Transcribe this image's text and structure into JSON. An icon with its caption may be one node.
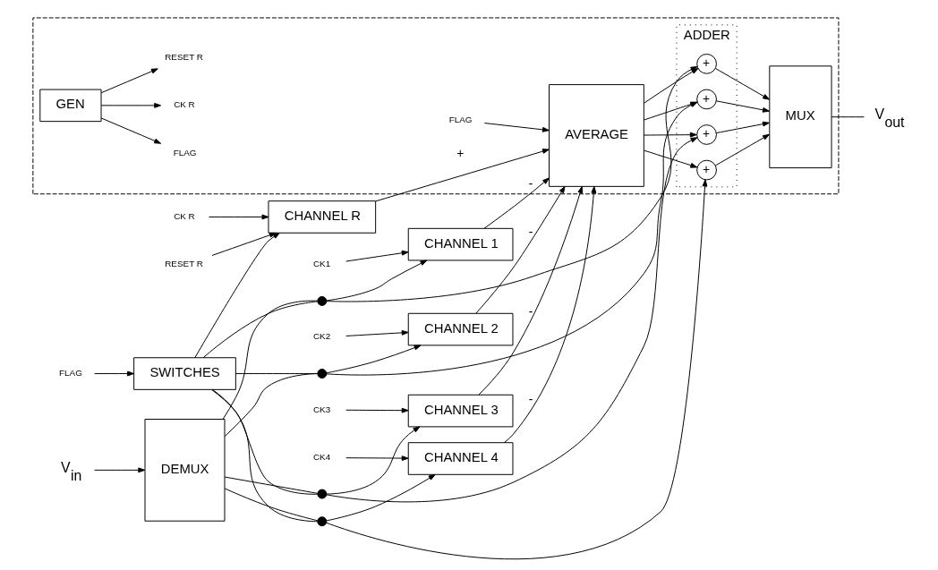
{
  "diagram": {
    "nodes": [
      {
        "text": [
          "FLAG"
        ]
      },
      {
        "text": [
          "CK R"
        ]
      },
      {
        "text": [
          "RESET R"
        ]
      },
      {
        "text": [
          "CHANNEL R"
        ]
      },
      {
        "text": [
          "SWITCHES"
        ]
      },
      {
        "text": [
          "V$_{in}$"
        ]
      },
      {
        "text": [
          "DEMUX"
        ]
      },
      {
        "text": [
          "CK1"
        ]
      },
      {
        "text": [
          "CHANNEL 1"
        ]
      },
      {
        "text": [
          "CK2"
        ]
      },
      {
        "text": [
          "CHANNEL 2"
        ]
      },
      {
        "text": [
          "CK3"
        ]
      },
      {
        "text": [
          "CHANNEL 3"
        ]
      },
      {
        "text": [
          "CK4"
        ]
      },
      {
        "text": [
          "CHANNEL 4"
        ]
      },
      {
        "text": [],
        "shape": "circle"
      },
      {
        "text": [],
        "shape": "circle"
      },
      {
        "text": [],
        "shape": "circle"
      },
      {
        "text": [],
        "shape": "circle"
      },
      {
        "text": [],
        "shape": "box"
      },
      {
        "text": [
          "FLAG"
        ],
        "in": 19
      },
      {
        "text": [
          "CK R"
        ],
        "in": 19
      },
      {
        "text": [
          "RESET R"
        ],
        "in": 19
      },
      {
        "text": [
          "GEN"
        ],
        "in": 19
      },
      {
        "text": [
          "FLAG"
        ],
        "in": 19
      },
      {
        "text": [
          "AVERAGE"
        ],
        "in": 19
      },
      {
        "text": [
          "ADDER"
        ],
        "in": 19
      },
      {
        "text": [
          "+"
        ],
        "in": 26
      },
      {
        "text": [
          "+"
        ],
        "in": 26
      },
      {
        "text": [
          "+"
        ],
        "in": 26
      },
      {
        "text": [
          "+"
        ],
        "in": 26
      },
      {
        "text": [
          "MUX"
        ],
        "in": 19
      },
      {
        "text": [
          "V$_{out}$"
        ]
      }
    ],
    "edges": [
      {
        "from": 0,
        "to": 4,
        "arrow": "to"
      },
      {
        "from": 1,
        "to": 3,
        "arrow": "to"
      },
      {
        "from": 2,
        "to": 3,
        "arrow": "to"
      },
      {
        "from": 4,
        "to": 3,
        "arrow": "to"
      },
      {
        "from": 5,
        "to": 6,
        "arrow": "to"
      },
      {
        "from": 6,
        "to": 15,
        "arrow": "none"
      },
      {
        "from": 15,
        "to": 8,
        "arrow": "to"
      },
      {
        "from": 6,
        "to": 16,
        "arrow": "none"
      },
      {
        "from": 16,
        "to": 10,
        "arrow": "to"
      },
      {
        "from": 6,
        "to": 17,
        "arrow": "none"
      },
      {
        "from": 17,
        "to": 12,
        "arrow": "to"
      },
      {
        "from": 6,
        "to": 18,
        "arrow": "none"
      },
      {
        "from": 18,
        "to": 14,
        "arrow": "to"
      },
      {
        "from": 4,
        "to": 15,
        "arrow": "none"
      },
      {
        "from": 4,
        "to": 16,
        "arrow": "none"
      },
      {
        "from": 4,
        "to": 17,
        "arrow": "none"
      },
      {
        "from": 4,
        "to": 18,
        "arrow": "none"
      },
      {
        "from": 7,
        "to": 8,
        "arrow": "to"
      },
      {
        "from": 9,
        "to": 10,
        "arrow": "to"
      },
      {
        "from": 11,
        "to": 12,
        "arrow": "to"
      },
      {
        "from": 13,
        "to": 14,
        "arrow": "to"
      },
      {
        "from": 3,
        "to": 25,
        "arrow": "to",
        "label": "+"
      },
      {
        "from": 8,
        "to": 25,
        "arrow": "to",
        "label": "-"
      },
      {
        "from": 10,
        "to": 25,
        "arrow": "to",
        "label": "-"
      },
      {
        "from": 12,
        "to": 25,
        "arrow": "to",
        "label": "-"
      },
      {
        "from": 14,
        "to": 25,
        "arrow": "to",
        "label": "-"
      },
      {
        "from": 24,
        "to": 25,
        "arrow": "to"
      },
      {
        "from": 23,
        "to": 20,
        "arrow": "to"
      },
      {
        "from": 23,
        "to": 21,
        "arrow": "to"
      },
      {
        "from": 23,
        "to": 22,
        "arrow": "to"
      },
      {
        "from": 25,
        "to": 27,
        "arrow": "to"
      },
      {
        "from": 25,
        "to": 28,
        "arrow": "to"
      },
      {
        "from": 25,
        "to": 29,
        "arrow": "to"
      },
      {
        "from": 25,
        "to": 30,
        "arrow": "to"
      },
      {
        "from": 15,
        "to": 30,
        "arrow": "to"
      },
      {
        "from": 16,
        "to": 29,
        "arrow": "to"
      },
      {
        "from": 17,
        "to": 28,
        "arrow": "to"
      },
      {
        "from": 18,
        "to": 27,
        "arrow": "to"
      },
      {
        "from": 27,
        "to": 31,
        "arrow": "to"
      },
      {
        "from": 28,
        "to": 31,
        "arrow": "to"
      },
      {
        "from": 29,
        "to": 31,
        "arrow": "to"
      },
      {
        "from": 30,
        "to": 31,
        "arrow": "to"
      },
      {
        "from": 31,
        "to": 32,
        "arrow": "none"
      }
    ]
  }
}
